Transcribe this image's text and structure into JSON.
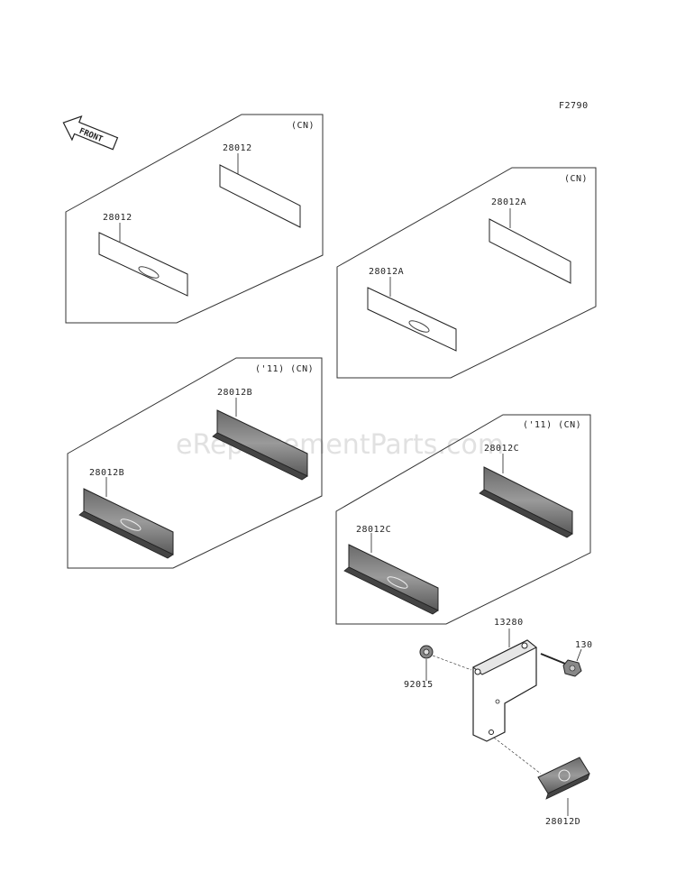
{
  "figure_code": "F2790",
  "front_label": "FRONT",
  "watermark": "eReplacementParts.com",
  "panels": [
    {
      "tag": "(CN)",
      "parts": [
        {
          "label": "28012"
        },
        {
          "label": "28012"
        }
      ]
    },
    {
      "tag": "(CN)",
      "parts": [
        {
          "label": "28012A"
        },
        {
          "label": "28012A"
        }
      ]
    },
    {
      "tag": "('11) (CN)",
      "parts": [
        {
          "label": "28012B"
        },
        {
          "label": "28012B"
        }
      ]
    },
    {
      "tag": "('11) (CN)",
      "parts": [
        {
          "label": "28012C"
        },
        {
          "label": "28012C"
        }
      ]
    }
  ],
  "bracket": {
    "bracket_label": "13280",
    "bolt_label": "130",
    "nut_label": "92015",
    "reflector_label": "28012D"
  }
}
